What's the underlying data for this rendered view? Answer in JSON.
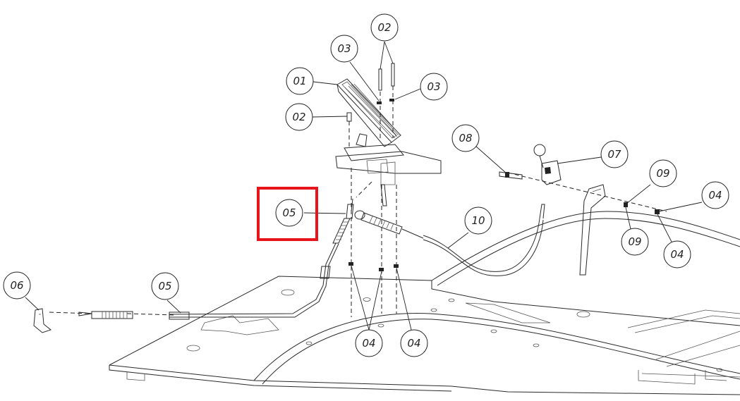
{
  "colors": {
    "highlight": "#e8141c",
    "line": "#222222",
    "background": "#ffffff"
  },
  "callouts": [
    {
      "id": "c01a",
      "label": "01"
    },
    {
      "id": "c02a",
      "label": "02"
    },
    {
      "id": "c02b",
      "label": "02"
    },
    {
      "id": "c03a",
      "label": "03"
    },
    {
      "id": "c03b",
      "label": "03"
    },
    {
      "id": "c04a",
      "label": "04"
    },
    {
      "id": "c04b",
      "label": "04"
    },
    {
      "id": "c04c",
      "label": "04"
    },
    {
      "id": "c04d",
      "label": "04"
    },
    {
      "id": "c05a",
      "label": "05"
    },
    {
      "id": "c05b",
      "label": "05"
    },
    {
      "id": "c06a",
      "label": "06"
    },
    {
      "id": "c07a",
      "label": "07"
    },
    {
      "id": "c08a",
      "label": "08"
    },
    {
      "id": "c09a",
      "label": "09"
    },
    {
      "id": "c09b",
      "label": "09"
    },
    {
      "id": "c10a",
      "label": "10"
    }
  ],
  "highlight": {
    "target_label": "05"
  }
}
